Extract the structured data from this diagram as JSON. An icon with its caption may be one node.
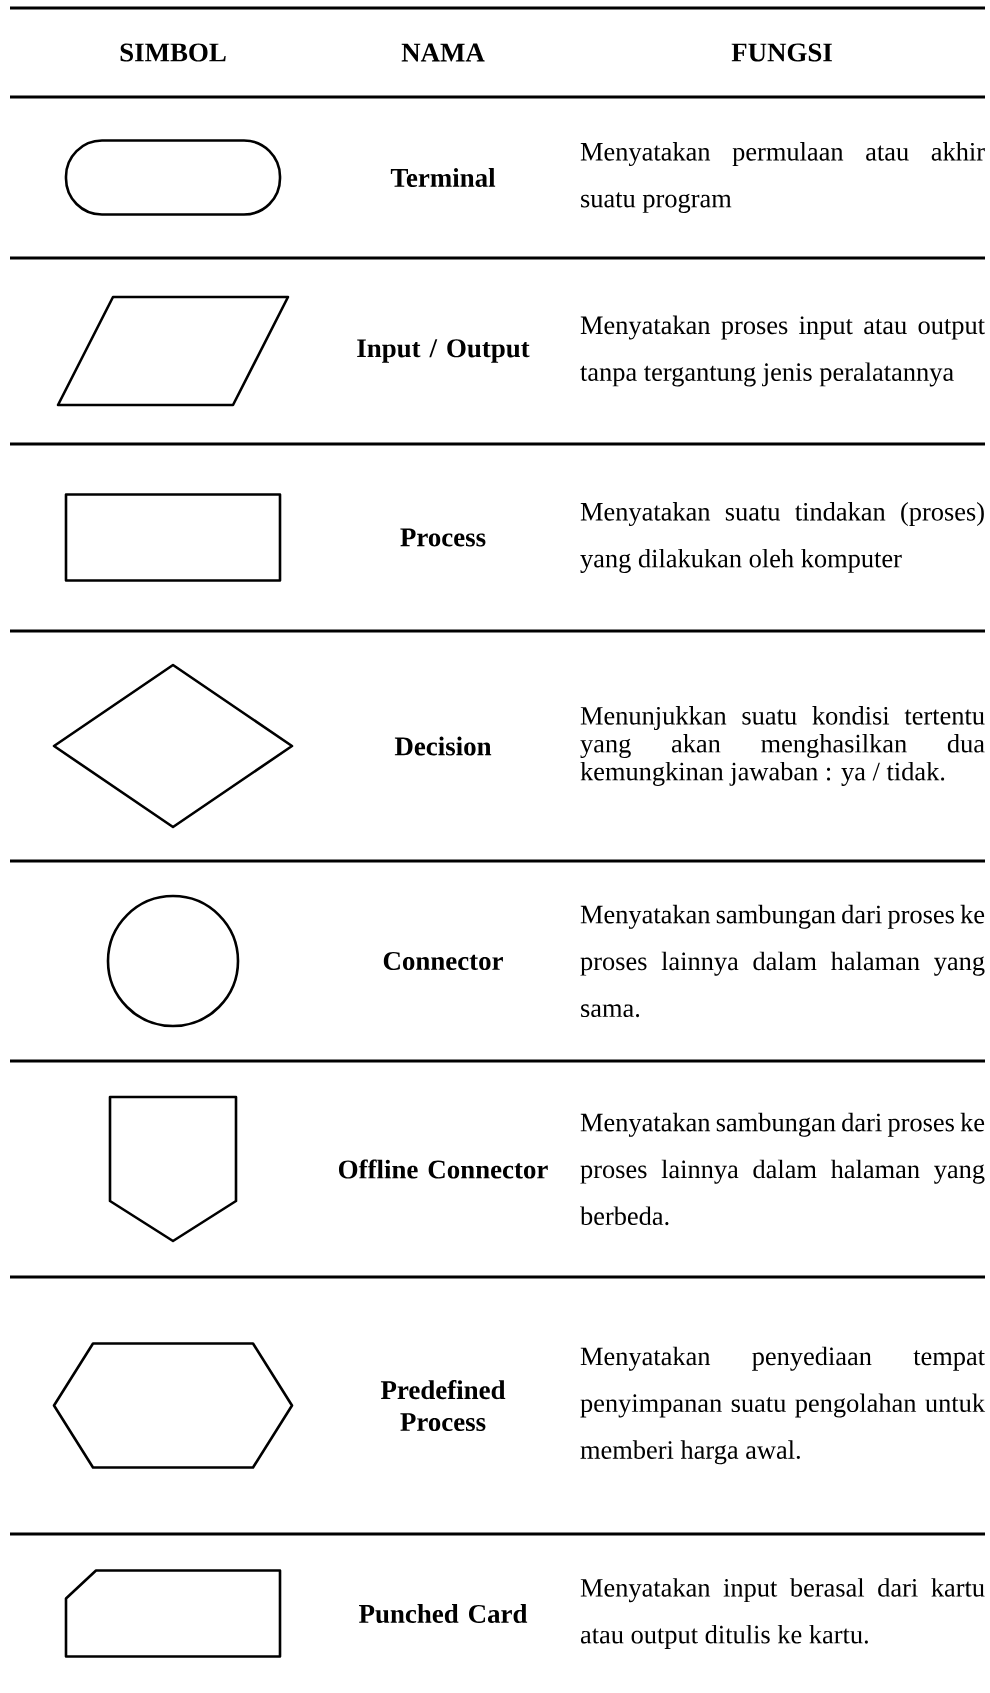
{
  "diagram": {
    "nodes": [
      {
        "text": [],
        "shape": "terminal"
      },
      {
        "text": [],
        "shape": "parallelogram"
      },
      {
        "text": [],
        "shape": "box"
      },
      {
        "text": [],
        "shape": "diamond"
      },
      {
        "text": [],
        "shape": "circle"
      },
      {
        "text": [],
        "shape": "pentagon"
      },
      {
        "text": [],
        "shape": "hexagon"
      },
      {
        "text": [],
        "shape": "card"
      }
    ],
    "labels": [
      "SIMBOL",
      "NAMA",
      "FUNGSI",
      "Terminal",
      "Menyatakan permulaan atau akhir suatu program",
      "Input / Output",
      "Menyatakan proses input atau output tanpa tergantung jenis peralatannya",
      "Process",
      "Menyatakan suatu tindakan (proses) yang dilakukan oleh komputer",
      "Decision",
      "Menunjukkan suatu kondisi tertentu yang akan menghasilkan dua kemungkinan jawaban : ya / tidak.",
      "Connector",
      "Menyatakan sambungan dari proses ke proses lainnya dalam halaman yang sama.",
      "Offline Connector",
      "Menyatakan sambungan dari proses ke proses lainnya dalam halaman yang berbeda.",
      "Predefined Process",
      "Menyatakan penyediaan tempat penyimpanan suatu pengolahan untuk memberi harga awal.",
      "Punched Card",
      "Menyatakan input berasal dari kartu atau output ditulis ke kartu."
    ]
  }
}
